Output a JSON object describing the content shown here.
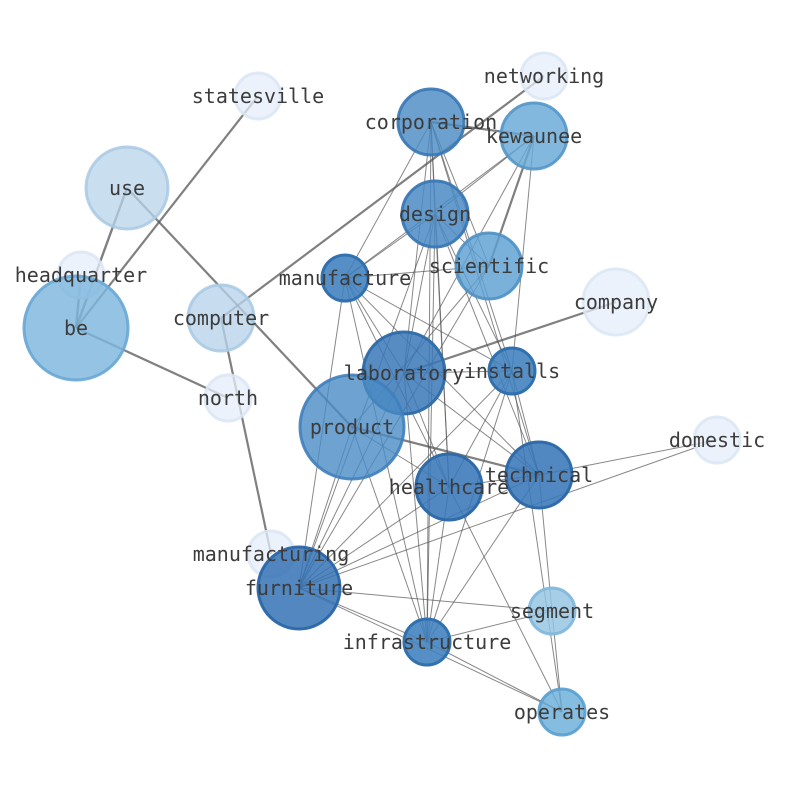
{
  "graph": {
    "nodes": [
      {
        "id": "networking",
        "label": "networking",
        "fill": "#e6eef9",
        "stroke": "#dbe6f5",
        "opacity": 0.75
      },
      {
        "id": "statesville",
        "label": "statesville",
        "fill": "#e6eef9",
        "stroke": "#dbe6f5",
        "opacity": 0.75
      },
      {
        "id": "corporation",
        "label": "corporation",
        "fill": "#4a8bc4",
        "stroke": "#3a78b5",
        "opacity": 0.82
      },
      {
        "id": "kewaunee",
        "label": "kewaunee",
        "fill": "#66a8d6",
        "stroke": "#5597c9",
        "opacity": 0.82
      },
      {
        "id": "use",
        "label": "use",
        "fill": "#b7d3ea",
        "stroke": "#a9c9e4",
        "opacity": 0.75
      },
      {
        "id": "design",
        "label": "design",
        "fill": "#4a8bc4",
        "stroke": "#3a78b5",
        "opacity": 0.85
      },
      {
        "id": "scientific",
        "label": "scientific",
        "fill": "#5da0d2",
        "stroke": "#4f91c6",
        "opacity": 0.82
      },
      {
        "id": "headquarter",
        "label": "headquarter",
        "fill": "#e6eef9",
        "stroke": "#dbe6f5",
        "opacity": 0.75
      },
      {
        "id": "manufacture",
        "label": "manufacture",
        "fill": "#3f7fbd",
        "stroke": "#2f6fae",
        "opacity": 0.88
      },
      {
        "id": "company",
        "label": "company",
        "fill": "#e6eef9",
        "stroke": "#dbe6f5",
        "opacity": 0.75
      },
      {
        "id": "be",
        "label": "be",
        "fill": "#7db6dd",
        "stroke": "#6aa8d6",
        "opacity": 0.82
      },
      {
        "id": "computer",
        "label": "computer",
        "fill": "#b7d3ea",
        "stroke": "#a9c9e4",
        "opacity": 0.78
      },
      {
        "id": "laboratory",
        "label": "laboratory",
        "fill": "#3a78b8",
        "stroke": "#2e6aa8",
        "opacity": 0.85
      },
      {
        "id": "installs",
        "label": "installs",
        "fill": "#3f7fbd",
        "stroke": "#2f6fae",
        "opacity": 0.88
      },
      {
        "id": "north",
        "label": "north",
        "fill": "#e6eef9",
        "stroke": "#dbe6f5",
        "opacity": 0.75
      },
      {
        "id": "product",
        "label": "product",
        "fill": "#4a8bc4",
        "stroke": "#3f80bc",
        "opacity": 0.8
      },
      {
        "id": "domestic",
        "label": "domestic",
        "fill": "#e6eef9",
        "stroke": "#dbe6f5",
        "opacity": 0.75
      },
      {
        "id": "technical",
        "label": "technical",
        "fill": "#3a78b8",
        "stroke": "#2e6aa8",
        "opacity": 0.88
      },
      {
        "id": "healthcare",
        "label": "healthcare",
        "fill": "#3a78b8",
        "stroke": "#2e6aa8",
        "opacity": 0.88
      },
      {
        "id": "manufacturing",
        "label": "manufacturing",
        "fill": "#e6eef9",
        "stroke": "#dbe6f5",
        "opacity": 0.75
      },
      {
        "id": "furniture",
        "label": "furniture",
        "fill": "#3572b4",
        "stroke": "#2a66a8",
        "opacity": 0.85
      },
      {
        "id": "segment",
        "label": "segment",
        "fill": "#92c3e2",
        "stroke": "#81b7dc",
        "opacity": 0.82
      },
      {
        "id": "infrastructure",
        "label": "infrastructure",
        "fill": "#3f7fbd",
        "stroke": "#2f6fae",
        "opacity": 0.88
      },
      {
        "id": "operates",
        "label": "operates",
        "fill": "#6aaed9",
        "stroke": "#5a9fd0",
        "opacity": 0.82
      }
    ],
    "edges": [
      [
        "be",
        "use",
        2.4
      ],
      [
        "be",
        "headquarter",
        2.4
      ],
      [
        "be",
        "statesville",
        2.2
      ],
      [
        "be",
        "north",
        2.2
      ],
      [
        "use",
        "product",
        2.2
      ],
      [
        "computer",
        "networking",
        2.2
      ],
      [
        "computer",
        "manufacturing",
        2.2
      ],
      [
        "corporation",
        "kewaunee",
        2.2
      ],
      [
        "kewaunee",
        "scientific",
        2.2
      ],
      [
        "laboratory",
        "company",
        2.2
      ],
      [
        "product",
        "technical",
        2.2
      ],
      [
        "corporation",
        "design",
        1
      ],
      [
        "corporation",
        "scientific",
        1
      ],
      [
        "corporation",
        "manufacture",
        1
      ],
      [
        "corporation",
        "installs",
        1
      ],
      [
        "corporation",
        "laboratory",
        1
      ],
      [
        "corporation",
        "technical",
        1
      ],
      [
        "corporation",
        "infrastructure",
        1
      ],
      [
        "corporation",
        "healthcare",
        1
      ],
      [
        "kewaunee",
        "design",
        1
      ],
      [
        "kewaunee",
        "manufacture",
        1
      ],
      [
        "kewaunee",
        "installs",
        1
      ],
      [
        "kewaunee",
        "laboratory",
        1
      ],
      [
        "design",
        "manufacture",
        1
      ],
      [
        "design",
        "installs",
        1
      ],
      [
        "design",
        "laboratory",
        1
      ],
      [
        "design",
        "healthcare",
        1
      ],
      [
        "design",
        "technical",
        1
      ],
      [
        "design",
        "furniture",
        1
      ],
      [
        "design",
        "infrastructure",
        1
      ],
      [
        "design",
        "scientific",
        1
      ],
      [
        "scientific",
        "manufacture",
        1
      ],
      [
        "scientific",
        "product",
        1
      ],
      [
        "scientific",
        "furniture",
        1
      ],
      [
        "manufacture",
        "installs",
        1
      ],
      [
        "manufacture",
        "laboratory",
        1
      ],
      [
        "manufacture",
        "technical",
        1
      ],
      [
        "manufacture",
        "healthcare",
        1
      ],
      [
        "manufacture",
        "furniture",
        1
      ],
      [
        "manufacture",
        "infrastructure",
        1
      ],
      [
        "laboratory",
        "installs",
        1
      ],
      [
        "laboratory",
        "technical",
        1
      ],
      [
        "laboratory",
        "healthcare",
        1
      ],
      [
        "laboratory",
        "furniture",
        1
      ],
      [
        "laboratory",
        "infrastructure",
        1
      ],
      [
        "installs",
        "technical",
        1
      ],
      [
        "installs",
        "healthcare",
        1
      ],
      [
        "installs",
        "furniture",
        1
      ],
      [
        "installs",
        "infrastructure",
        1
      ],
      [
        "installs",
        "operates",
        1
      ],
      [
        "product",
        "healthcare",
        1
      ],
      [
        "product",
        "furniture",
        1
      ],
      [
        "product",
        "infrastructure",
        1
      ],
      [
        "healthcare",
        "technical",
        1
      ],
      [
        "healthcare",
        "furniture",
        1
      ],
      [
        "healthcare",
        "infrastructure",
        1
      ],
      [
        "healthcare",
        "operates",
        1
      ],
      [
        "technical",
        "furniture",
        1
      ],
      [
        "technical",
        "infrastructure",
        1
      ],
      [
        "technical",
        "domestic",
        1
      ],
      [
        "technical",
        "segment",
        1
      ],
      [
        "furniture",
        "infrastructure",
        1
      ],
      [
        "furniture",
        "segment",
        1
      ],
      [
        "furniture",
        "operates",
        1
      ],
      [
        "infrastructure",
        "segment",
        1
      ],
      [
        "infrastructure",
        "operates",
        1
      ],
      [
        "segment",
        "operates",
        1
      ],
      [
        "domestic",
        "furniture",
        1
      ]
    ]
  }
}
